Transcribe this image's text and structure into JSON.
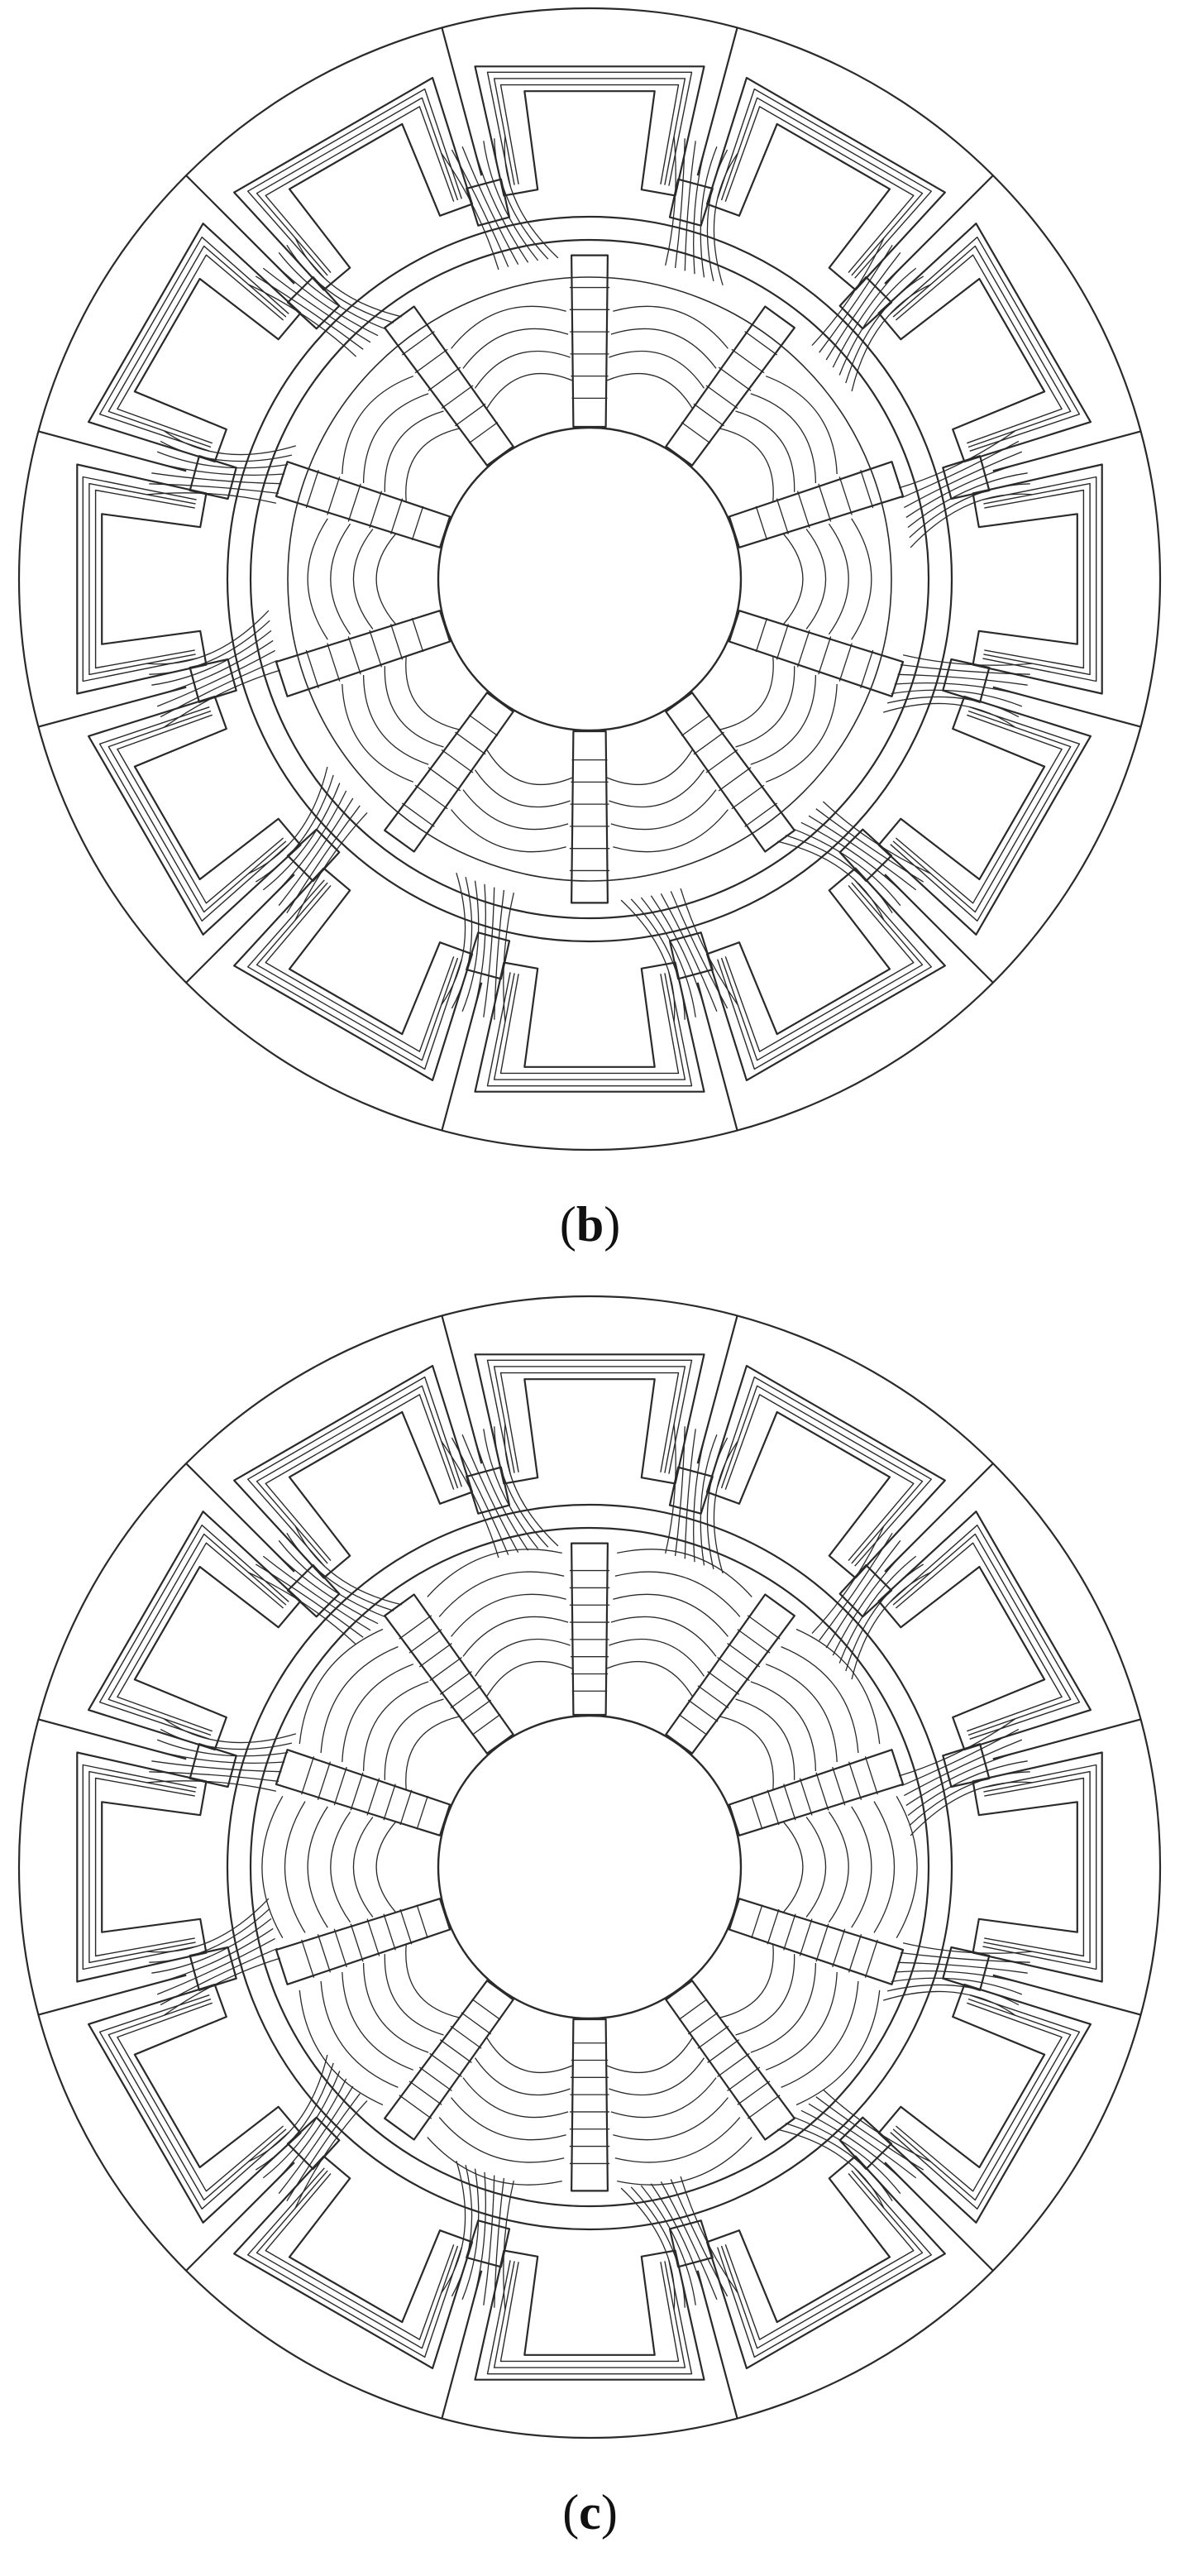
{
  "figure": {
    "panels": [
      {
        "id": "b",
        "caption_open": "(",
        "caption_letter": "b",
        "caption_close": ")",
        "variant": "b"
      },
      {
        "id": "c",
        "caption_open": "(",
        "caption_letter": "c",
        "caption_close": ")",
        "variant": "c"
      }
    ]
  },
  "style": {
    "line_color": "#2a2a2a",
    "background": "#ffffff"
  },
  "machine": {
    "stator_slots": 12,
    "rotor_poles": 10
  }
}
